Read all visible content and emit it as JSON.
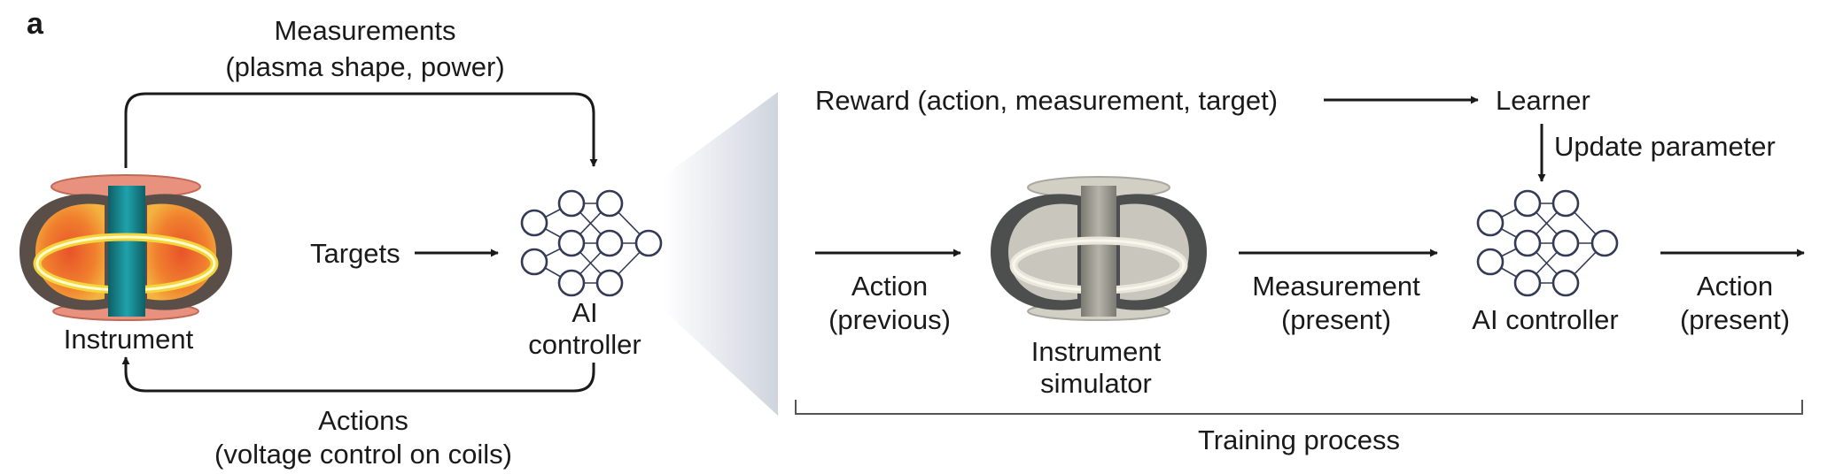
{
  "panel_label": "a",
  "left": {
    "measurements_label": {
      "line1": "Measurements",
      "line2": "(plasma shape, power)"
    },
    "targets_label": "Targets",
    "instrument_label": "Instrument",
    "ai_controller_label": {
      "line1": "AI",
      "line2": "controller"
    },
    "actions_label": {
      "line1": "Actions",
      "line2": "(voltage control on coils)"
    }
  },
  "right": {
    "reward_label": "Reward (action, measurement, target)",
    "learner_label": "Learner",
    "update_label": "Update parameter",
    "action_previous": {
      "line1": "Action",
      "line2": "(previous)"
    },
    "simulator_label": {
      "line1": "Instrument",
      "line2": "simulator"
    },
    "measurement_present": {
      "line1": "Measurement",
      "line2": "(present)"
    },
    "ai_controller_label": "AI controller",
    "action_present": {
      "line1": "Action",
      "line2": "(present)"
    },
    "training_label": "Training process"
  },
  "colors": {
    "tokamak_orange": "#f0a030",
    "tokamak_core": "#1a8c95",
    "plasma_ring": "#fff27a",
    "simulator_gray": "#c8c6bd",
    "zoom_wedge": "#d8dce4"
  }
}
